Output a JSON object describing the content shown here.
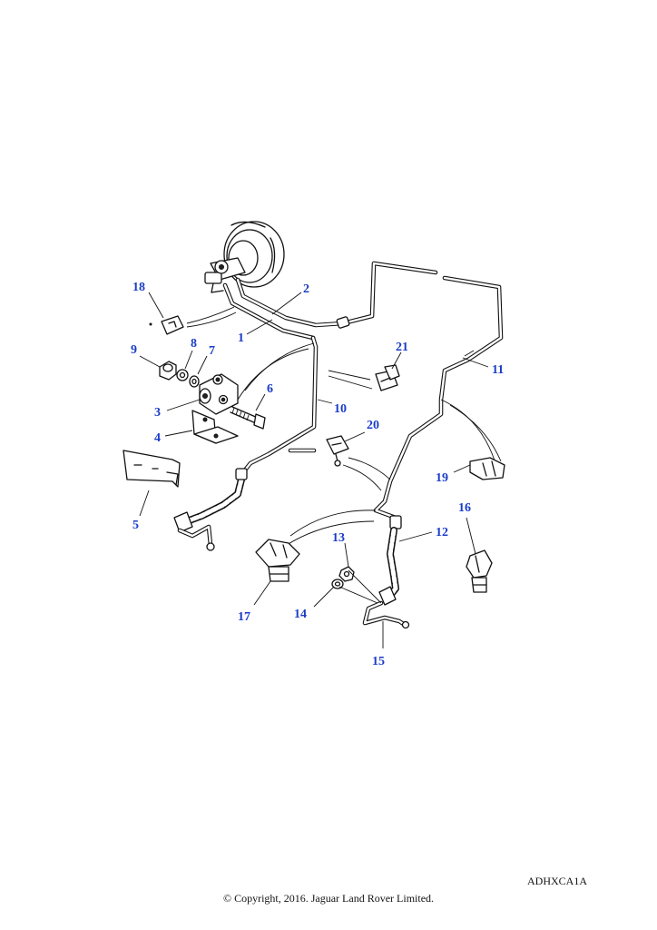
{
  "callouts": {
    "c1": "1",
    "c2": "2",
    "c3": "3",
    "c4": "4",
    "c5": "5",
    "c6": "6",
    "c7": "7",
    "c8": "8",
    "c9": "9",
    "c10": "10",
    "c11": "11",
    "c12": "12",
    "c13": "13",
    "c14": "14",
    "c15": "15",
    "c16": "16",
    "c17": "17",
    "c18": "18",
    "c19": "19",
    "c20": "20",
    "c21": "21"
  },
  "reference_code": "ADHXCA1A",
  "copyright": "© Copyright, 2016. Jaguar Land Rover Limited.",
  "colors": {
    "callout": "#1a3cc8",
    "line": "#111111",
    "background": "#ffffff"
  }
}
